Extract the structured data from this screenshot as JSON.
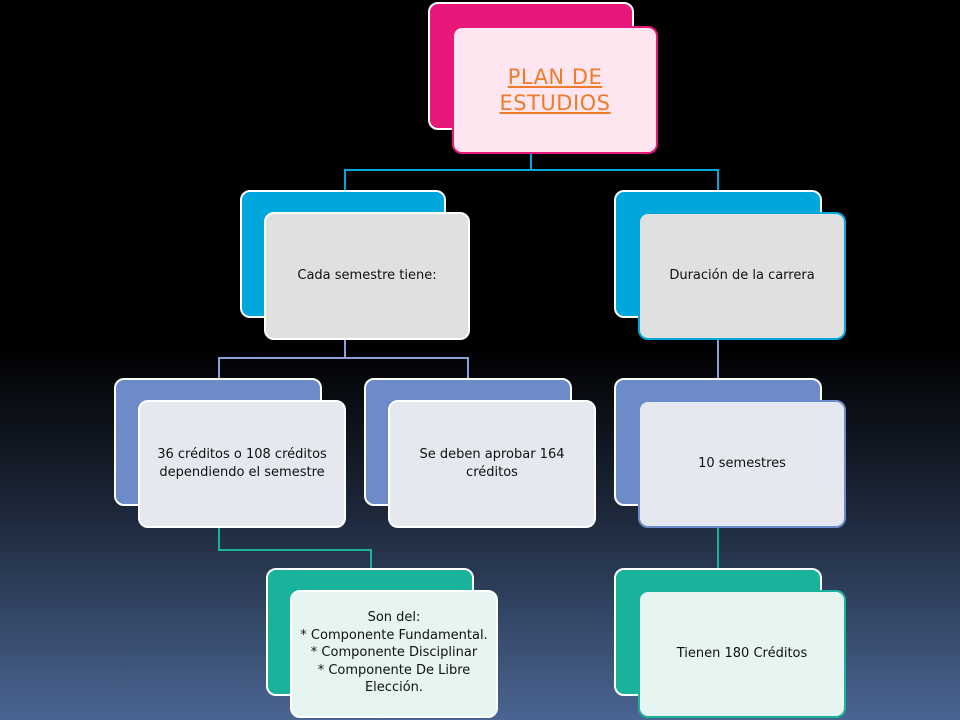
{
  "diagram": {
    "root": {
      "label": "PLAN DE\nESTUDIOS",
      "back_color": "#e8177a",
      "front_color": "#fde6ef",
      "front_border": "#e8177a",
      "text_color": "#f07b2c"
    },
    "level1": {
      "left": {
        "label": "Cada semestre tiene:"
      },
      "right": {
        "label": "Duración de la carrera"
      },
      "back_color": "#00a7dd",
      "front_color": "#e0e0e0",
      "front_border": "#00a7dd"
    },
    "level2": {
      "left_a": {
        "label": "36 créditos o 108 créditos dependiendo el semestre"
      },
      "left_b": {
        "label": "Se deben aprobar 164 créditos"
      },
      "right": {
        "label": "10 semestres"
      },
      "back_color": "#6e8bc9",
      "front_color": "#e6e8ef",
      "front_border": "#6e8bc9"
    },
    "level3": {
      "left": {
        "label": "Son del:\n* Componente Fundamental.\n* Componente Disciplinar\n* Componente De Libre Elección."
      },
      "right": {
        "label": "Tienen 180 Créditos"
      },
      "back_color": "#19b29b",
      "front_color": "#e6f5f2",
      "front_border": "#19b29b"
    },
    "connector_colors": {
      "level1": "#00a7dd",
      "level2": "#8da0d8",
      "level3": "#19b29b"
    }
  }
}
